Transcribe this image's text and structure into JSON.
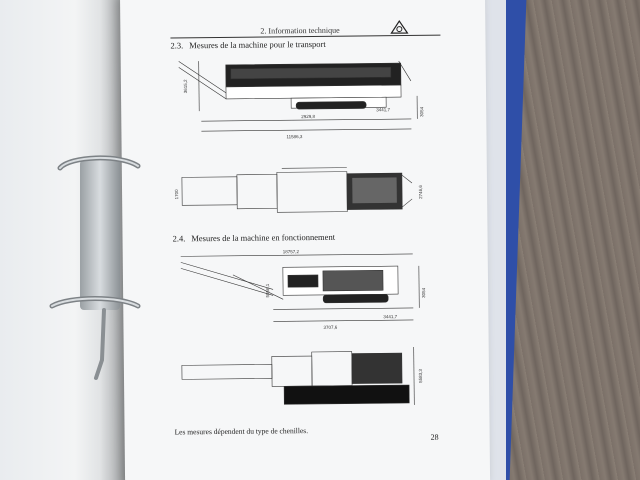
{
  "page": {
    "header": "2. Information technique",
    "section_transport": {
      "number": "2.3.",
      "title": "Mesures de la machine pour le transport"
    },
    "section_operation": {
      "number": "2.4.",
      "title": "Mesures de la machine en fonctionnement"
    },
    "footnote": "Les mesures dépendent du type de chenilles.",
    "page_number": "28",
    "transport_dims": {
      "length_total": "11586,3",
      "length_mid": "2929,8",
      "length_rear": "3441,7",
      "height": "3615,2",
      "height_right": "3054",
      "width_top": "2746,6",
      "width_left": "1700"
    },
    "operation_dims": {
      "length_total": "18757,2",
      "length_mid": "3707,6",
      "length_rear": "3441,7",
      "height": "5056,1",
      "height_right": "3054",
      "width": "5583,3"
    }
  },
  "colors": {
    "binder": "#2f4fa8",
    "paper": "#f6f7f8",
    "wood": "#7b7068"
  }
}
